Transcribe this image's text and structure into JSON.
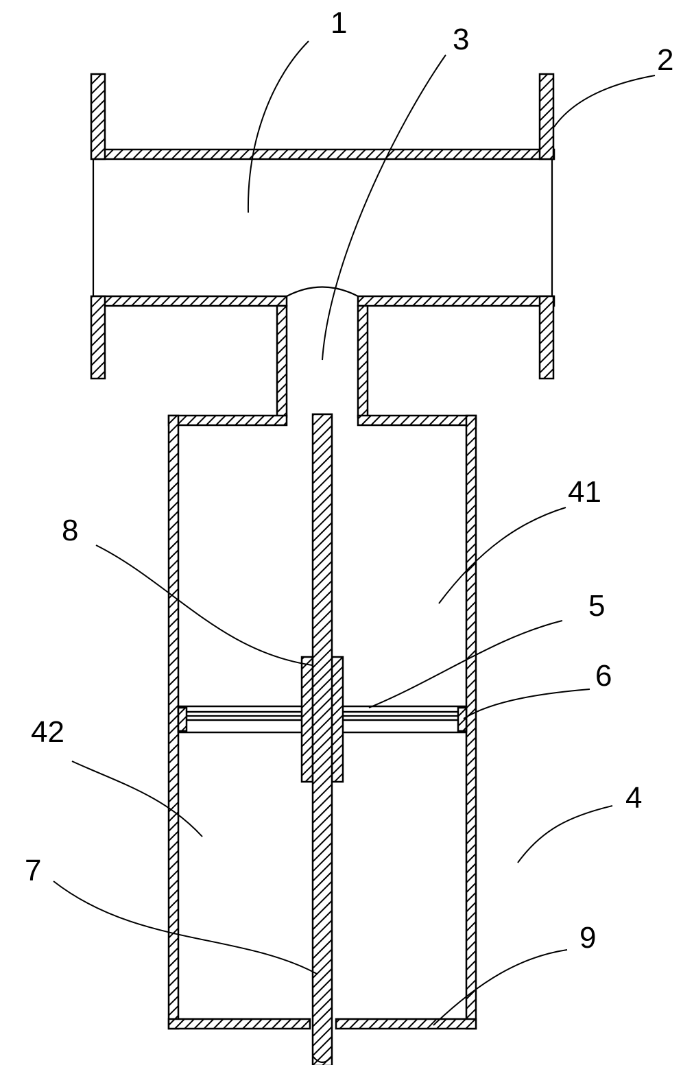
{
  "labels": {
    "pipe_body": "1",
    "flange": "2",
    "connecting_tube": "3",
    "cylinder": "4",
    "upper_chamber": "41",
    "lower_chamber": "42",
    "piston_plate": "5",
    "seal_ring": "6",
    "screw_rod": "7",
    "nut": "8",
    "bottom_plate": "9"
  }
}
